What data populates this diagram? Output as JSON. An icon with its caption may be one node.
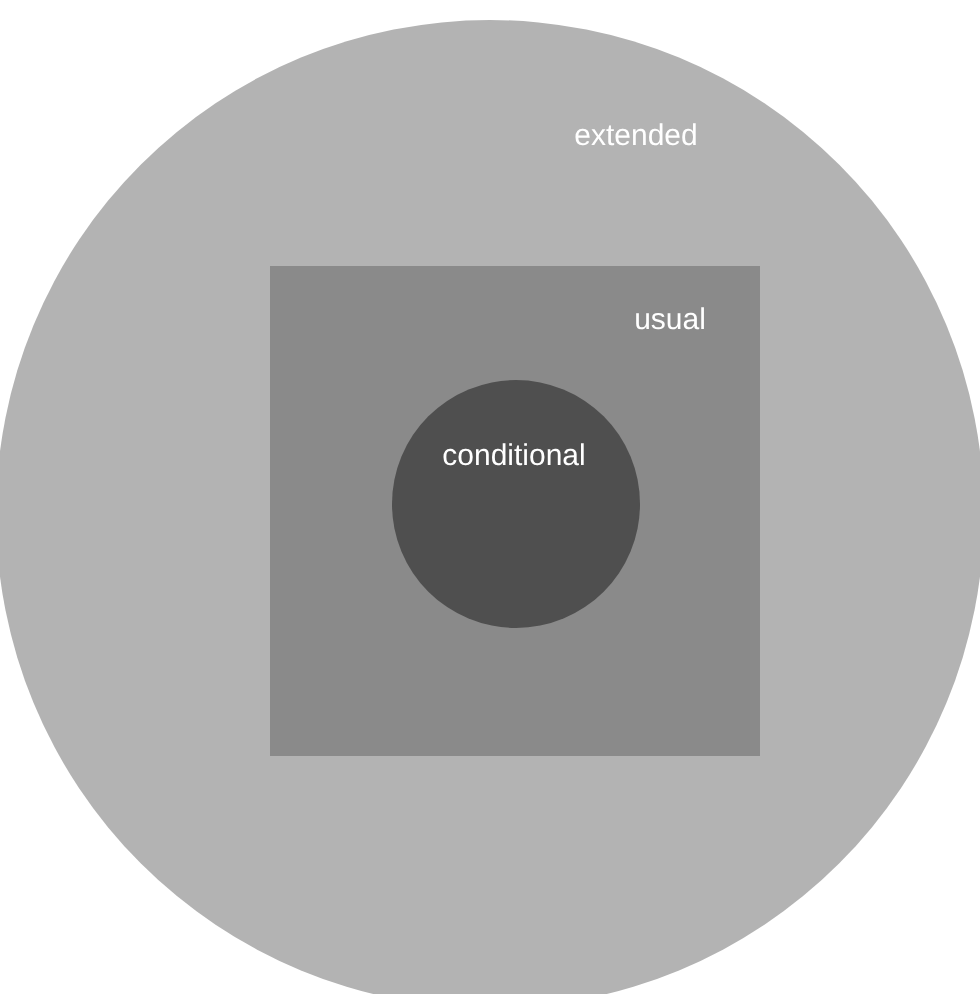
{
  "diagram": {
    "nodes": [
      {
        "text": [
          "extended"
        ]
      },
      {
        "text": [
          "usual"
        ],
        "in": 0
      },
      {
        "text": [
          "conditional"
        ],
        "in": 1
      }
    ]
  }
}
